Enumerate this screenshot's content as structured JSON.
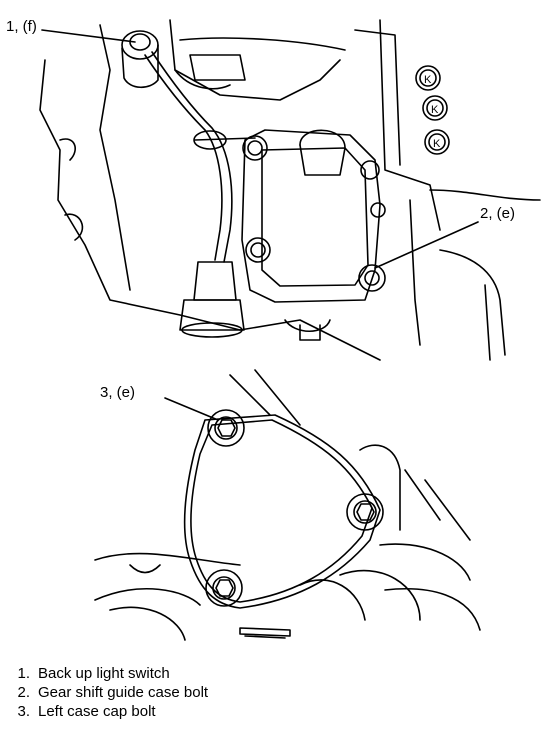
{
  "callouts": {
    "c1": "1, (f)",
    "c2": "2, (e)",
    "c3": "3, (e)"
  },
  "legend": [
    {
      "number": "1.",
      "text": "Back up light switch"
    },
    {
      "number": "2.",
      "text": "Gear shift guide case bolt"
    },
    {
      "number": "3.",
      "text": "Left case cap bolt"
    }
  ],
  "colors": {
    "ink": "#000000",
    "paper": "#ffffff"
  }
}
